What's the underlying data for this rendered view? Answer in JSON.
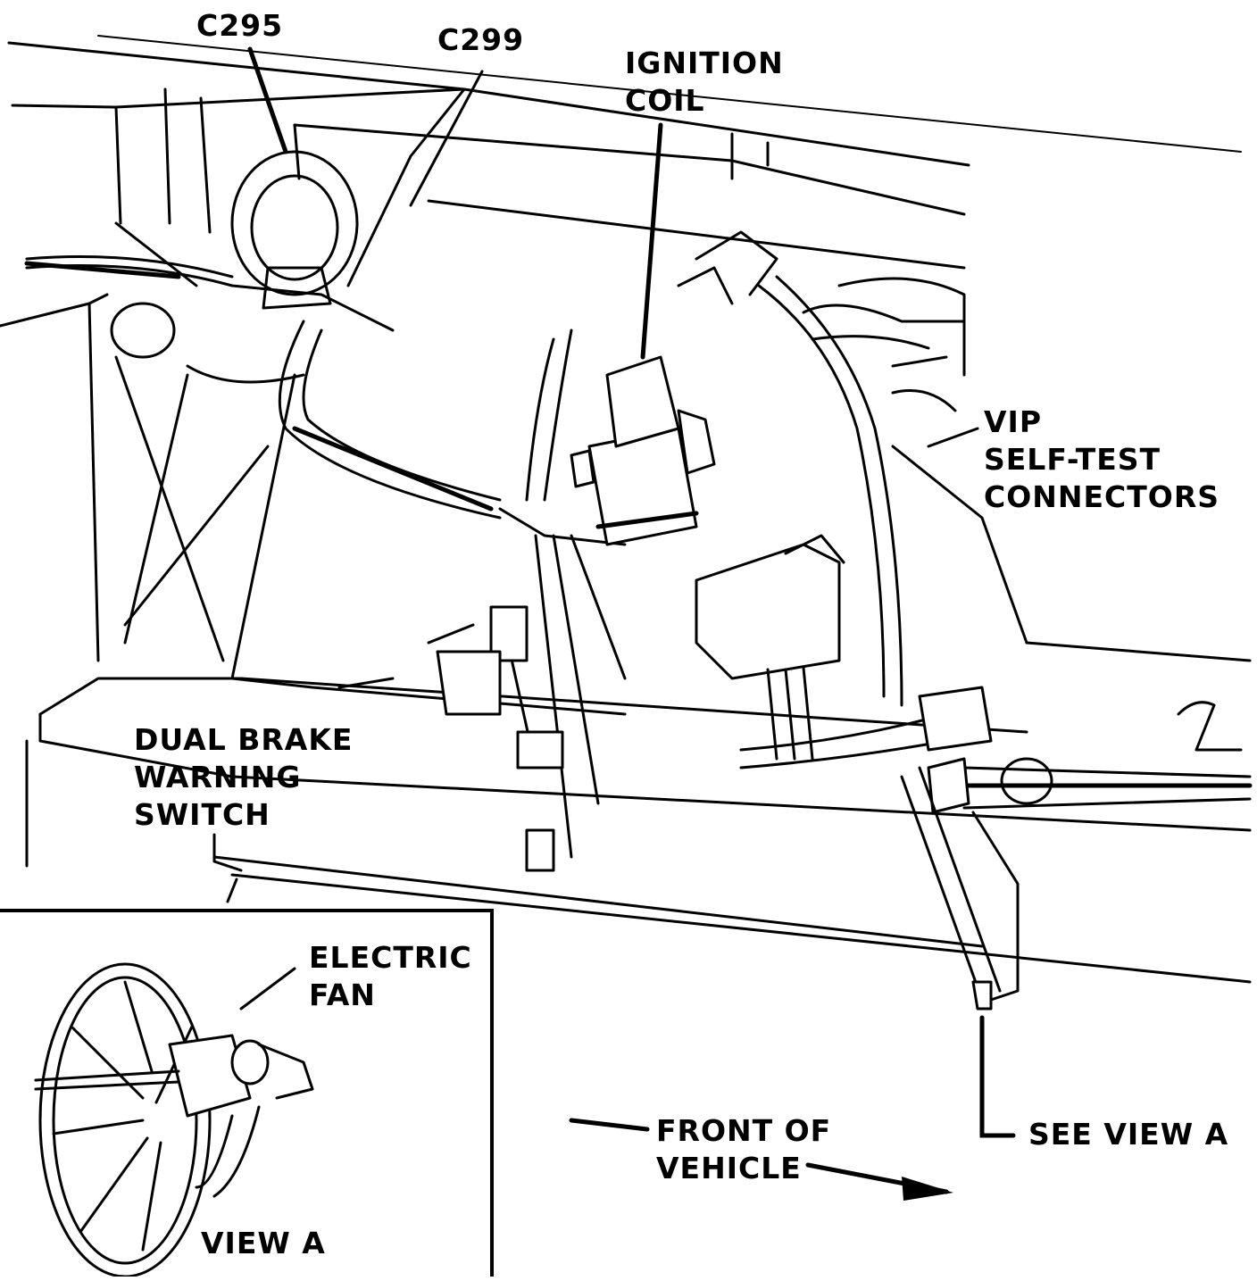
{
  "labels": {
    "c295": "C295",
    "c299": "C299",
    "ignition_coil": [
      "IGNITION",
      "COIL"
    ],
    "vip_connectors": [
      "VIP",
      "SELF-TEST",
      "CONNECTORS"
    ],
    "dual_brake_switch": [
      "DUAL BRAKE",
      "WARNING",
      "SWITCH"
    ],
    "electric_fan": [
      "ELECTRIC",
      "FAN"
    ],
    "view_a": "VIEW A",
    "front_of_vehicle": [
      "FRONT OF",
      "VEHICLE"
    ],
    "see_view_a": "SEE VIEW A"
  },
  "colors": {
    "ink": "#000000",
    "paper": "#ffffff"
  }
}
